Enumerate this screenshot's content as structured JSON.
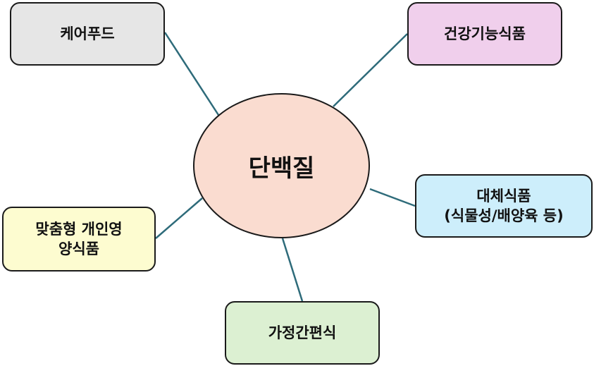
{
  "colors": {
    "connector": "#2e6b7a",
    "hub_fill": "#fadcd0",
    "care_fill": "#e6e6e6",
    "health_fill": "#f0cfec",
    "alt_fill": "#cdeefb",
    "personal_fill": "#fdfcd0",
    "hmr_fill": "#dcf0d2"
  },
  "diagram": {
    "hub": {
      "label": "단백질"
    },
    "nodes": {
      "care": {
        "label": "케어푸드"
      },
      "health": {
        "label": "건강기능식품"
      },
      "alt": {
        "label": "대체식품\n(식물성/배양육 등)"
      },
      "personal": {
        "label": "맞춤형 개인영\n양식품"
      },
      "hmr": {
        "label": "가정간편식"
      }
    }
  }
}
